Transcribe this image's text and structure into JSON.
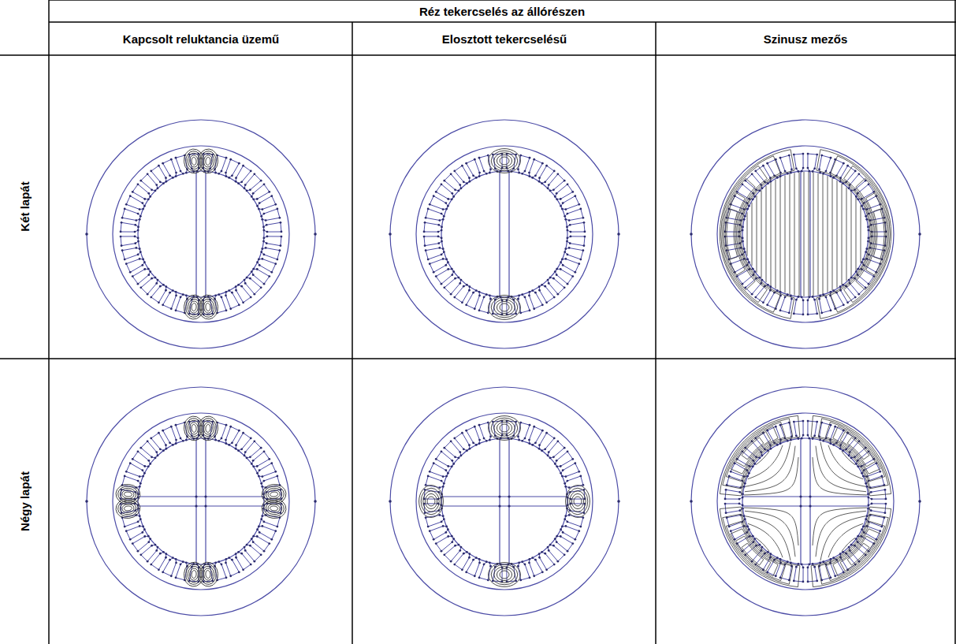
{
  "diagram": {
    "labels": [
      "Réz tekercselés az állórészen",
      "Kapcsolt reluktancia üzemű",
      "Elosztott tekercselésű",
      "Szinusz mezős",
      "Két lapát",
      "Négy lapát"
    ]
  }
}
